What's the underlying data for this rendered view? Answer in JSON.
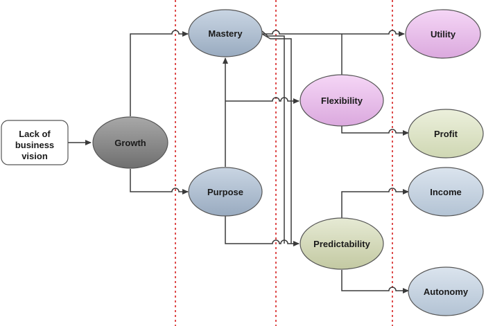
{
  "diagram": {
    "nodes": {
      "lack": {
        "lines": [
          "Lack of",
          "business",
          "vision"
        ],
        "fill": "#ffffff"
      },
      "growth": {
        "lines": [
          "Growth"
        ],
        "fill": "#8e8e8e"
      },
      "mastery": {
        "lines": [
          "Mastery"
        ],
        "fill": "#b4c3d4"
      },
      "purpose": {
        "lines": [
          "Purpose"
        ],
        "fill": "#b4c3d4"
      },
      "flexibility": {
        "lines": [
          "Flexibility"
        ],
        "fill": "#eec6f0"
      },
      "predictability": {
        "lines": [
          "Predictability"
        ],
        "fill": "#d7dcc0"
      },
      "utility": {
        "lines": [
          "Utility"
        ],
        "fill": "#eec6f0"
      },
      "profit": {
        "lines": [
          "Profit"
        ],
        "fill": "#dde4c6"
      },
      "income": {
        "lines": [
          "Income"
        ],
        "fill": "#c7d3e0"
      },
      "autonomy": {
        "lines": [
          "Autonomy"
        ],
        "fill": "#c7d3e0"
      }
    },
    "colors": {
      "divider": "#d62020",
      "connector": "#3a3a3a",
      "outline": "#555555"
    }
  }
}
